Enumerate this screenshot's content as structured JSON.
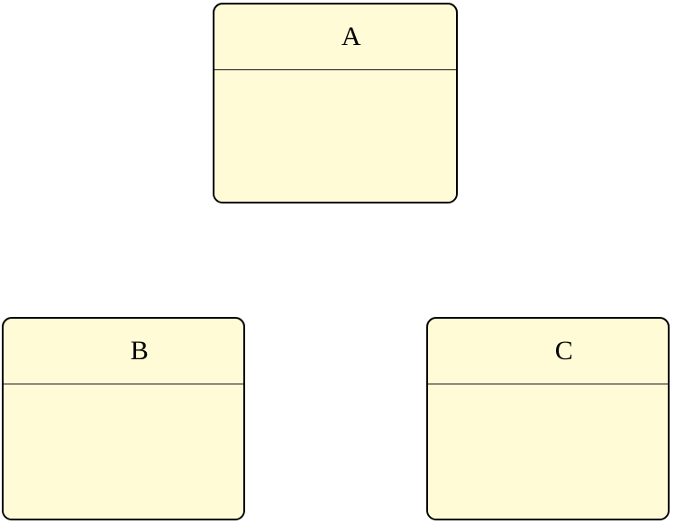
{
  "diagram": {
    "type": "uml-class-diagram",
    "background_color": "#ffffff",
    "box_fill_color": "#fffbd6",
    "box_border_color": "#000000",
    "text_color": "#000000",
    "connectors": [],
    "classes": [
      {
        "id": "a",
        "name": "A",
        "attributes": [],
        "operations": []
      },
      {
        "id": "b",
        "name": "B",
        "attributes": [],
        "operations": []
      },
      {
        "id": "c",
        "name": "C",
        "attributes": [],
        "operations": []
      }
    ]
  }
}
